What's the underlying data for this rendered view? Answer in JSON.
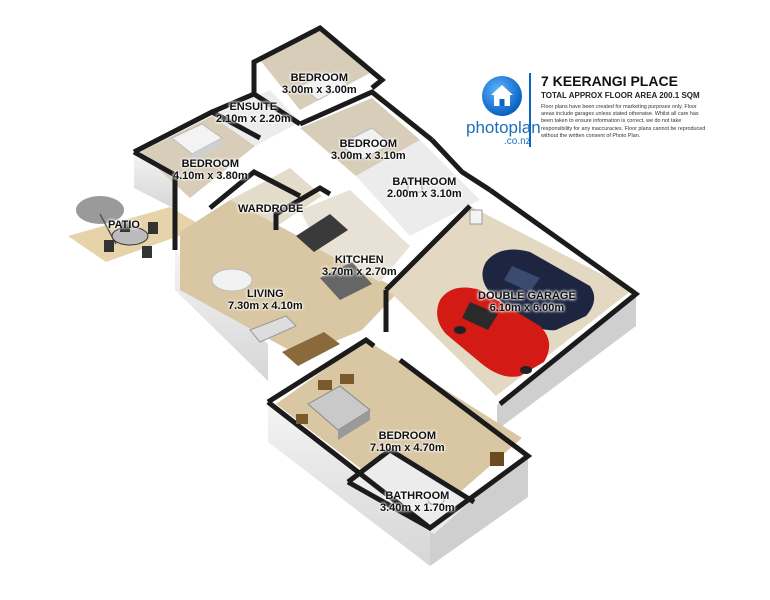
{
  "property": {
    "title": "7 KEERANGI PLACE",
    "area": "TOTAL APPROX FLOOR AREA 200.1 SQM",
    "disclaimer": "Floor plans have been created for marketing purposes only. Floor areas include garages unless stated otherwise. Whilst all care has been taken to ensure information is correct, we do not take responsibility for any inaccuracies. Floor plans cannot be reproduced without the written consent of Photo Plan."
  },
  "brand": {
    "name": "photoplan",
    "domain": ".co.nz",
    "accent": "#0b63c4"
  },
  "rooms": {
    "bedroom_top": {
      "name": "BEDROOM",
      "dims": "3.00m x 3.00m"
    },
    "ensuite": {
      "name": "ENSUITE",
      "dims": "2.10m x 2.20m"
    },
    "bedroom_mid": {
      "name": "BEDROOM",
      "dims": "3.00m x 3.10m"
    },
    "bedroom_left": {
      "name": "BEDROOM",
      "dims": "4.10m x 3.80m"
    },
    "bathroom_top": {
      "name": "BATHROOM",
      "dims": "2.00m x 3.10m"
    },
    "wardrobe": {
      "name": "WARDROBE"
    },
    "patio": {
      "name": "PATIO"
    },
    "kitchen": {
      "name": "KITCHEN",
      "dims": "3.70m x 2.70m"
    },
    "living": {
      "name": "LIVING",
      "dims": "7.30m x 4.10m"
    },
    "garage": {
      "name": "DOUBLE GARAGE",
      "dims": "6.10m x 6.00m"
    },
    "bedroom_bottom": {
      "name": "BEDROOM",
      "dims": "7.10m x 4.70m"
    },
    "bathroom_bottom": {
      "name": "BATHROOM",
      "dims": "3.40m x 1.70m"
    }
  },
  "colors": {
    "wall": "#1b1b1b",
    "floor_wood": "#d9c7a4",
    "floor_tile": "#ececec",
    "garage_floor": "#e3d9c3",
    "patio_deck": "#e6d3aa",
    "car_red": "#d41a14",
    "car_blue": "#1e2540"
  }
}
